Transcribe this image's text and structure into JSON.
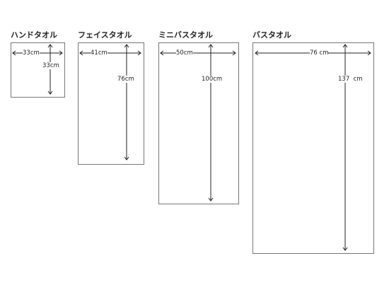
{
  "towels": [
    {
      "name": "ハンドタオル",
      "width_label": "33cm",
      "height_label": "33cm"
    },
    {
      "name": "フェイスタオル",
      "width_label": "41cm",
      "height_label": "76cm"
    },
    {
      "name": "ミニバスタオル",
      "width_label": "50cm",
      "height_label": "100cm"
    },
    {
      "name": "バスタオル",
      "width_label": "76 cm",
      "height_label": "137  cm"
    }
  ]
}
